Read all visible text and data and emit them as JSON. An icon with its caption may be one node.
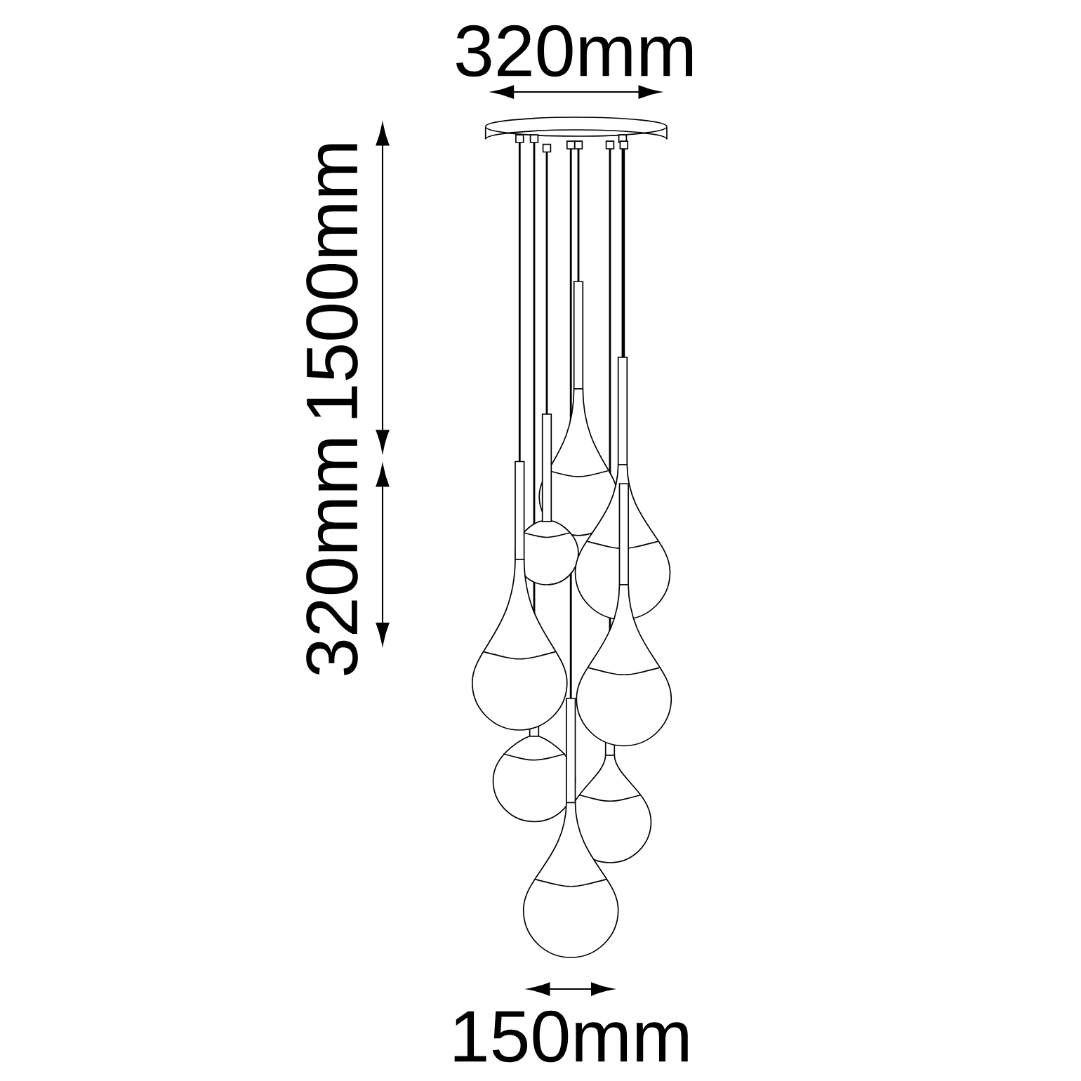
{
  "diagram": {
    "labels": [
      "320mm",
      "1500mm",
      "320mm",
      "150mm"
    ]
  }
}
